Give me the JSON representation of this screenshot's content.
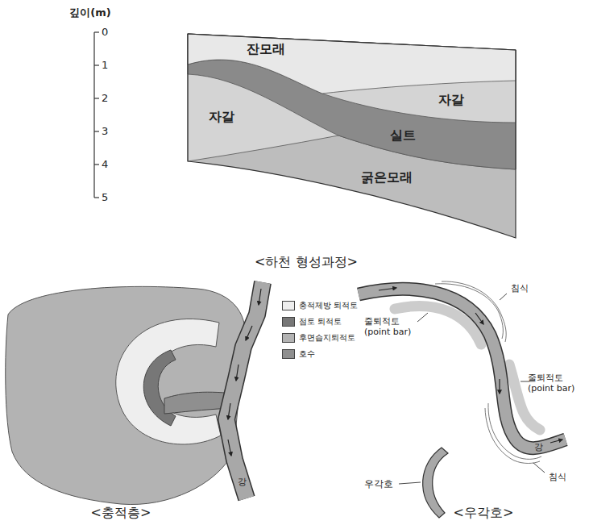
{
  "diagram": {
    "labels": [
      "깊이(m)",
      "0",
      "1",
      "2",
      "3",
      "4",
      "5",
      "잔모래",
      "자갈",
      "자갈",
      "실트",
      "굵은모래",
      "<하천 형성과정>",
      "강",
      "<충적층>",
      "침식",
      "줄퇴적토 (point bar)",
      "줄퇴적토 (point bar)",
      "침식",
      "강",
      "우각호",
      "<우각호>"
    ],
    "legend": [
      {
        "text": "충적제방 퇴적토",
        "color": "#eeeeee"
      },
      {
        "text": "점토 퇴적토",
        "color": "#777777"
      },
      {
        "text": "후면습지퇴적토",
        "color": "#b3b3b3"
      },
      {
        "text": "호수",
        "color": "#8f8f8f"
      }
    ]
  }
}
